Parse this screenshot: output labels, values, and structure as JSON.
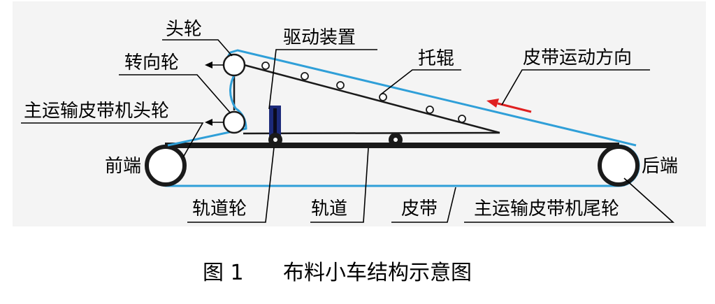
{
  "labels": {
    "head_wheel": "头轮",
    "turn_wheel": "转向轮",
    "main_head_wheel": "主运输皮带机头轮",
    "drive_device": "驱动装置",
    "idler": "托辊",
    "belt_direction": "皮带运动方向",
    "front_end": "前端",
    "rear_end": "后端",
    "track_wheel": "轨道轮",
    "track": "轨道",
    "belt": "皮带",
    "main_tail_wheel": "主运输皮带机尾轮"
  },
  "caption": {
    "figure_number": "图 1",
    "title": "布料小车结构示意图"
  },
  "colors": {
    "belt": "#2f9fd8",
    "track": "#1a1a1a",
    "drive": "#1c2a7a",
    "arrow": "#e02020",
    "background_panel": "#f4f4f4"
  }
}
